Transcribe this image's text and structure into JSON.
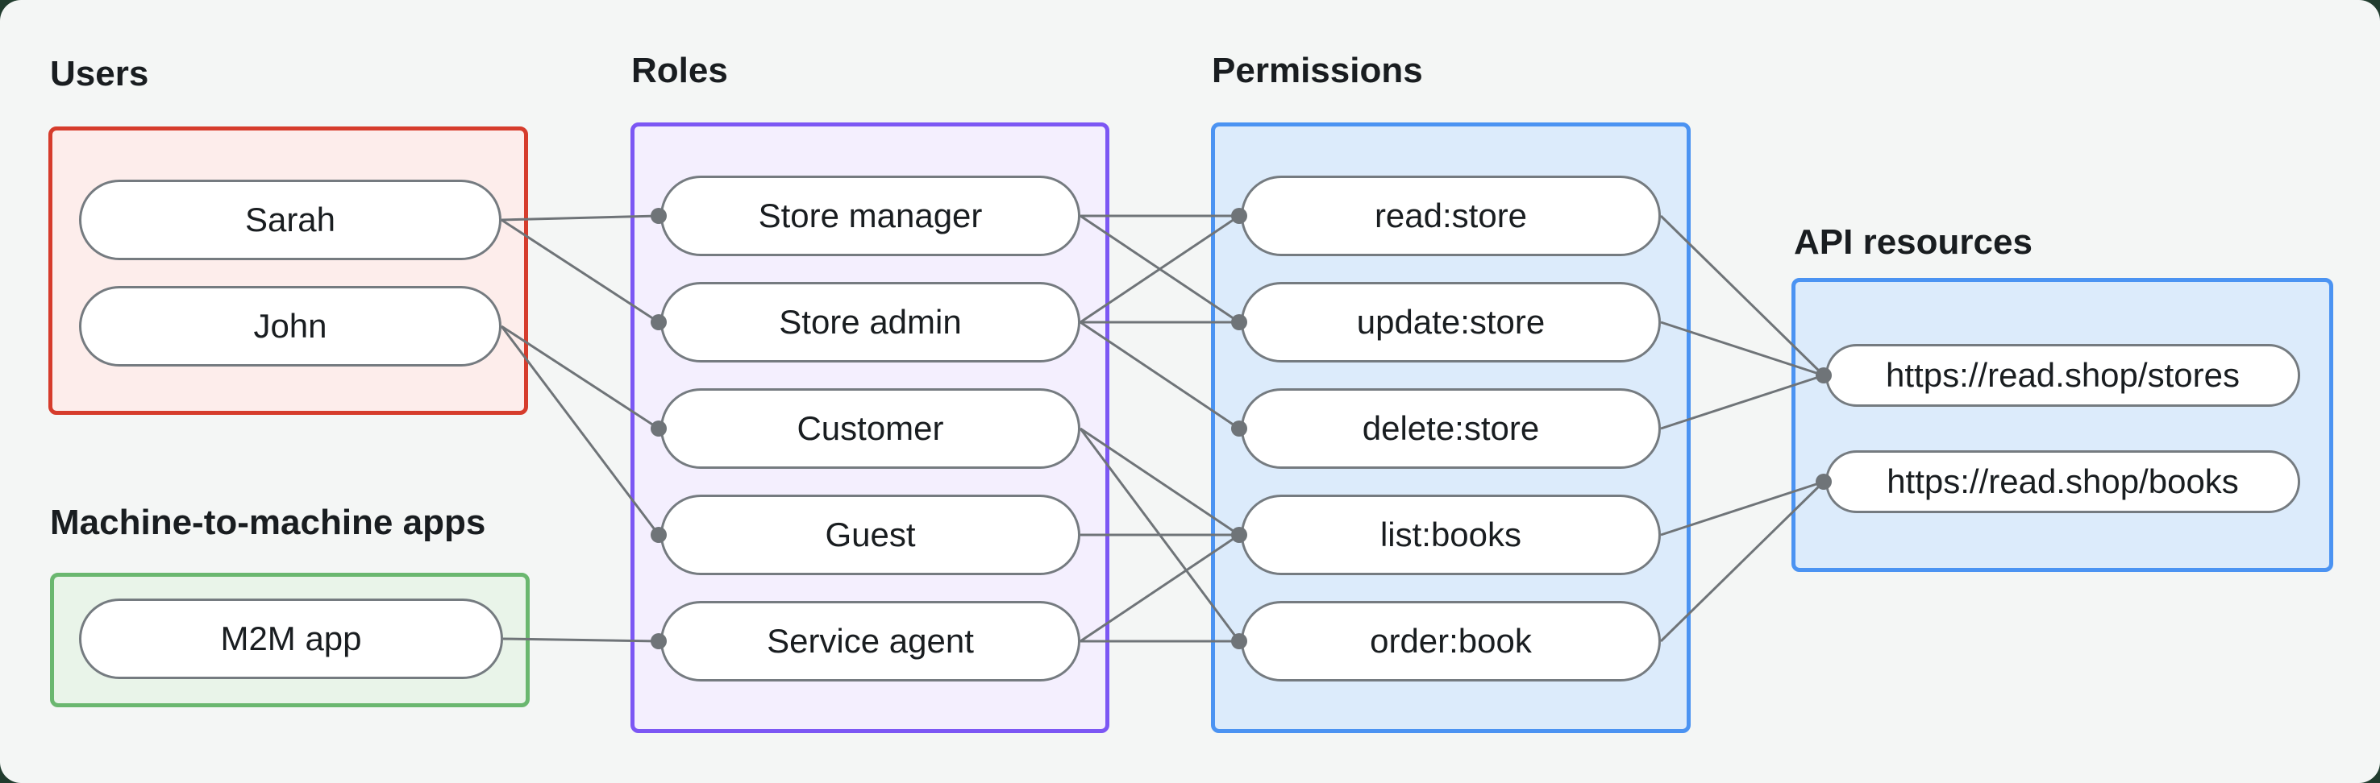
{
  "page": {
    "background_color": "#f4f6f5",
    "backdrop_color": "#213c2e"
  },
  "groups": {
    "users": {
      "label": "Users",
      "border_color": "#d63c2c",
      "fill_color": "#fdedeb"
    },
    "m2m": {
      "label": "Machine-to-machine apps",
      "border_color": "#6ab76f",
      "fill_color": "#e9f4e9"
    },
    "roles": {
      "label": "Roles",
      "border_color": "#7c57f4",
      "fill_color": "#f4effe"
    },
    "permissions": {
      "label": "Permissions",
      "border_color": "#4b93f2",
      "fill_color": "#dcebfb"
    },
    "api": {
      "label": "API resources",
      "border_color": "#4b93f2",
      "fill_color": "#dcebfb"
    }
  },
  "nodes": {
    "sarah": {
      "label": "Sarah",
      "group": "users"
    },
    "john": {
      "label": "John",
      "group": "users"
    },
    "m2m_app": {
      "label": "M2M app",
      "group": "m2m"
    },
    "store_manager": {
      "label": "Store manager",
      "group": "roles"
    },
    "store_admin": {
      "label": "Store admin",
      "group": "roles"
    },
    "customer": {
      "label": "Customer",
      "group": "roles"
    },
    "guest": {
      "label": "Guest",
      "group": "roles"
    },
    "service_agent": {
      "label": "Service agent",
      "group": "roles"
    },
    "read_store": {
      "label": "read:store",
      "group": "permissions"
    },
    "update_store": {
      "label": "update:store",
      "group": "permissions"
    },
    "delete_store": {
      "label": "delete:store",
      "group": "permissions"
    },
    "list_books": {
      "label": "list:books",
      "group": "permissions"
    },
    "order_book": {
      "label": "order:book",
      "group": "permissions"
    },
    "stores": {
      "label": "https://read.shop/stores",
      "group": "api"
    },
    "books": {
      "label": "https://read.shop/books",
      "group": "api"
    }
  },
  "edges": [
    {
      "from": "sarah",
      "to": "store_manager"
    },
    {
      "from": "sarah",
      "to": "store_admin"
    },
    {
      "from": "john",
      "to": "customer"
    },
    {
      "from": "john",
      "to": "guest"
    },
    {
      "from": "m2m_app",
      "to": "service_agent"
    },
    {
      "from": "store_manager",
      "to": "read_store"
    },
    {
      "from": "store_manager",
      "to": "update_store"
    },
    {
      "from": "store_admin",
      "to": "read_store"
    },
    {
      "from": "store_admin",
      "to": "update_store"
    },
    {
      "from": "store_admin",
      "to": "delete_store"
    },
    {
      "from": "customer",
      "to": "list_books"
    },
    {
      "from": "customer",
      "to": "order_book"
    },
    {
      "from": "guest",
      "to": "list_books"
    },
    {
      "from": "service_agent",
      "to": "list_books"
    },
    {
      "from": "service_agent",
      "to": "order_book"
    },
    {
      "from": "read_store",
      "to": "stores"
    },
    {
      "from": "update_store",
      "to": "stores"
    },
    {
      "from": "delete_store",
      "to": "stores"
    },
    {
      "from": "list_books",
      "to": "books"
    },
    {
      "from": "order_book",
      "to": "books"
    }
  ],
  "edge_style": {
    "line_color": "#6f7478",
    "dot_color": "#6f7478",
    "node_border_color": "#757b80",
    "node_fill": "#ffffff",
    "text_color": "#191d20"
  }
}
